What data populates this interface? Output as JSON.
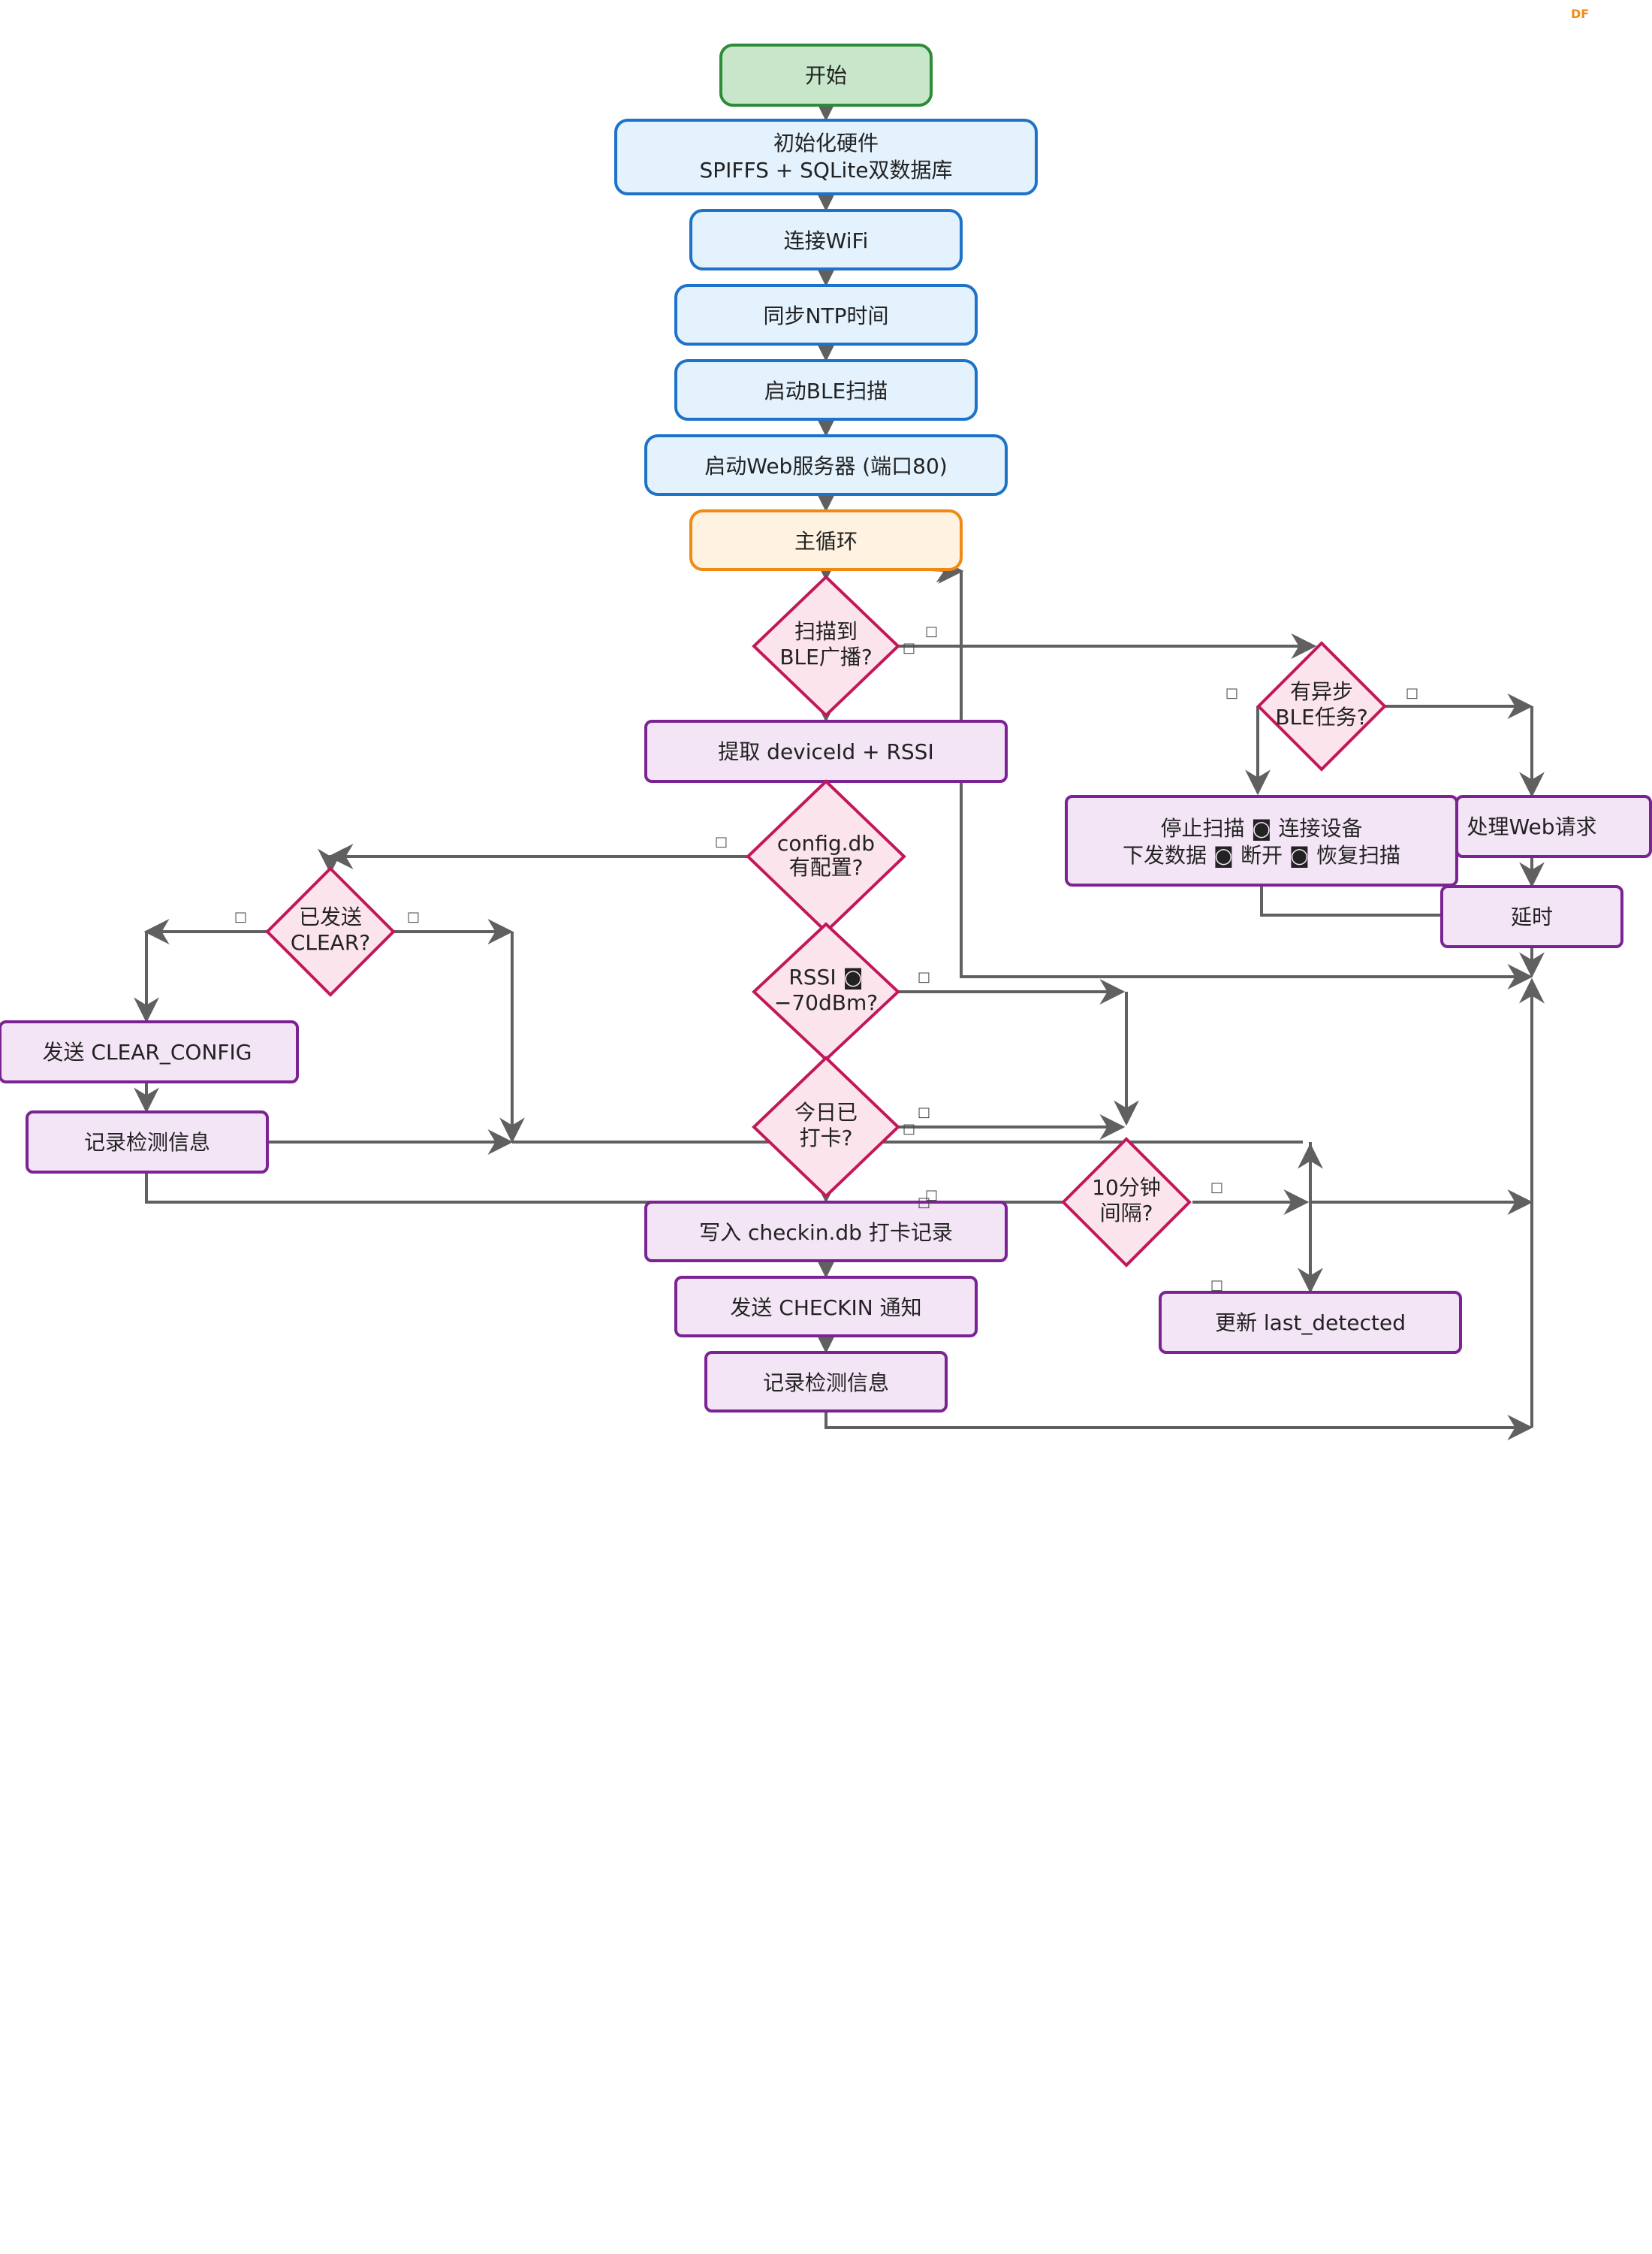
{
  "logo": "DF",
  "nodes": {
    "start": "开始",
    "init_line1": "初始化硬件",
    "init_line2": "SPIFFS + SQLite双数据库",
    "wifi": "连接WiFi",
    "ntp": "同步NTP时间",
    "ble_scan": "启动BLE扫描",
    "web_server": "启动Web服务器 (端口80)",
    "main_loop": "主循环",
    "scan_line1": "扫描到",
    "scan_line2": "BLE广播?",
    "extract": "提取 deviceId + RSSI",
    "config_line1": "config.db",
    "config_line2": "有配置?",
    "rssi_line1": "RSSI ◙",
    "rssi_line2": "−70dBm?",
    "today_line1": "今日已",
    "today_line2": "打卡?",
    "write_checkin": "写入 checkin.db 打卡记录",
    "send_checkin": "发送 CHECKIN 通知",
    "log_info_center": "记录检测信息",
    "sent_clear_line1": "已发送",
    "sent_clear_line2": "CLEAR?",
    "send_clear": "发送 CLEAR_CONFIG",
    "log_info_left": "记录检测信息",
    "ten_min_line1": "10分钟",
    "ten_min_line2": "间隔?",
    "update_last": "更新 last_detected",
    "async_line1": "有异步",
    "async_line2": "BLE任务?",
    "stop_line1": "停止扫描 ◙ 连接设备",
    "stop_line2": "下发数据 ◙ 断开 ◙ 恢复扫描",
    "web_request": "处理Web请求",
    "delay": "延时"
  },
  "branch_marks": [
    "□",
    "□",
    "□",
    "□",
    "□",
    "□",
    "□",
    "□",
    "□",
    "□",
    "□",
    "□",
    "□",
    "□"
  ],
  "colors": {
    "start_fill": "#c8e6c9",
    "init_fill": "#e3f2fd",
    "loop_fill": "#fff2e0",
    "process_fill": "#f3e4f6",
    "decision_fill": "#fce4ec",
    "edge": "#606060"
  }
}
